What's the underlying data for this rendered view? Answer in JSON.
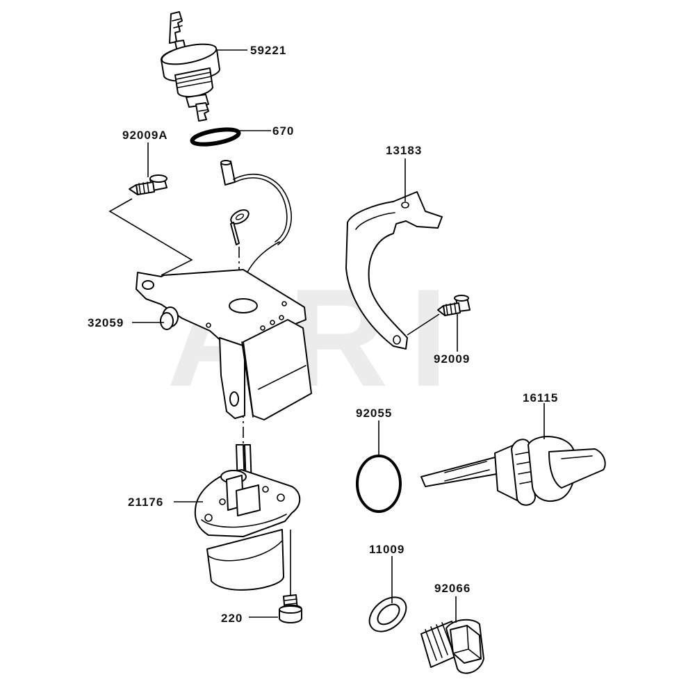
{
  "watermark": "ARI",
  "callouts": {
    "p59221": "59221",
    "p670": "670",
    "p92009A": "92009A",
    "p13183": "13183",
    "p32059": "32059",
    "p92009": "92009",
    "p16115": "16115",
    "p92055": "92055",
    "p21176": "21176",
    "p11009": "11009",
    "p92066": "92066",
    "p220": "220"
  }
}
